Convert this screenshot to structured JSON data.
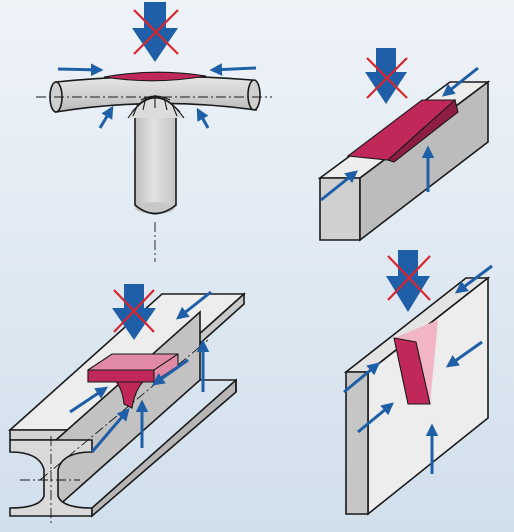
{
  "colors": {
    "background_top": "#eef3f8",
    "background_bottom": "#d3e0ec",
    "steel_light": "#ececec",
    "steel_mid": "#d2d2d2",
    "steel_dark": "#b8b8b8",
    "outline": "#1a1a1a",
    "weld": "#c0285a",
    "weld_light": "#e08aa6",
    "weld_pale": "#f1b5c6",
    "arrow": "#1f5fa8",
    "cross": "#d7262d"
  },
  "panels": [
    {
      "name": "pipe-t-joint",
      "description_icon": "pipe-tee-weld-diagram"
    },
    {
      "name": "block-joint",
      "description_icon": "rectangular-bar-weld-diagram"
    },
    {
      "name": "i-beam-joint",
      "description_icon": "i-beam-weld-diagram"
    },
    {
      "name": "plate-joint",
      "description_icon": "thick-plate-weld-diagram"
    }
  ]
}
